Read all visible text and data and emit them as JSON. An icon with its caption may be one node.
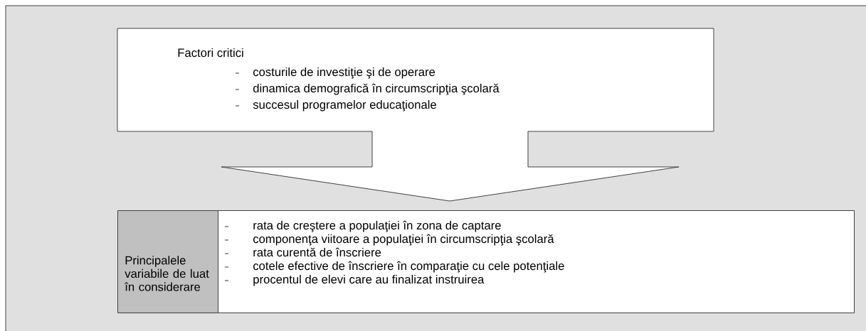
{
  "diagram": {
    "nodes": [
      {
        "text": [
          "Factori critici",
          "costurile de investiţie şi de operare",
          "dinamica demografică în circumscripţia şcolară",
          "succesul programelor educaţionale"
        ]
      },
      {
        "text": [
          "Principalele variabile de luat în considerare"
        ]
      },
      {
        "text": [
          "rata de creştere a populaţiei în zona de captare",
          "componenţa viitoare a populaţiei în circumscripţia şcolară",
          "rata curentă de înscriere",
          "cotele efective de înscriere în comparaţie cu cele potenţiale",
          "procentul de elevi care au finalizat instruirea"
        ]
      }
    ]
  }
}
